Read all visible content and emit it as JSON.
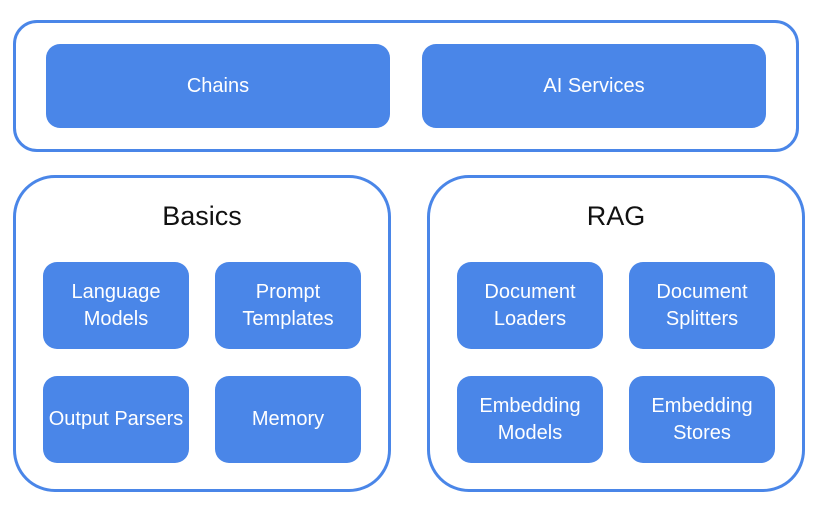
{
  "diagram": {
    "top_row": {
      "items": [
        {
          "label": "Chains"
        },
        {
          "label": "AI Services"
        }
      ]
    },
    "groups": [
      {
        "title": "Basics",
        "items": [
          "Language Models",
          "Prompt Templates",
          "Output Parsers",
          "Memory"
        ]
      },
      {
        "title": "RAG",
        "items": [
          "Document Loaders",
          "Document Splitters",
          "Embedding Models",
          "Embedding Stores"
        ]
      }
    ],
    "colors": {
      "box_fill": "#4a86e8",
      "container_border": "#4a86e8",
      "box_text": "#ffffff",
      "title_text": "#111111",
      "background": "#ffffff"
    }
  }
}
